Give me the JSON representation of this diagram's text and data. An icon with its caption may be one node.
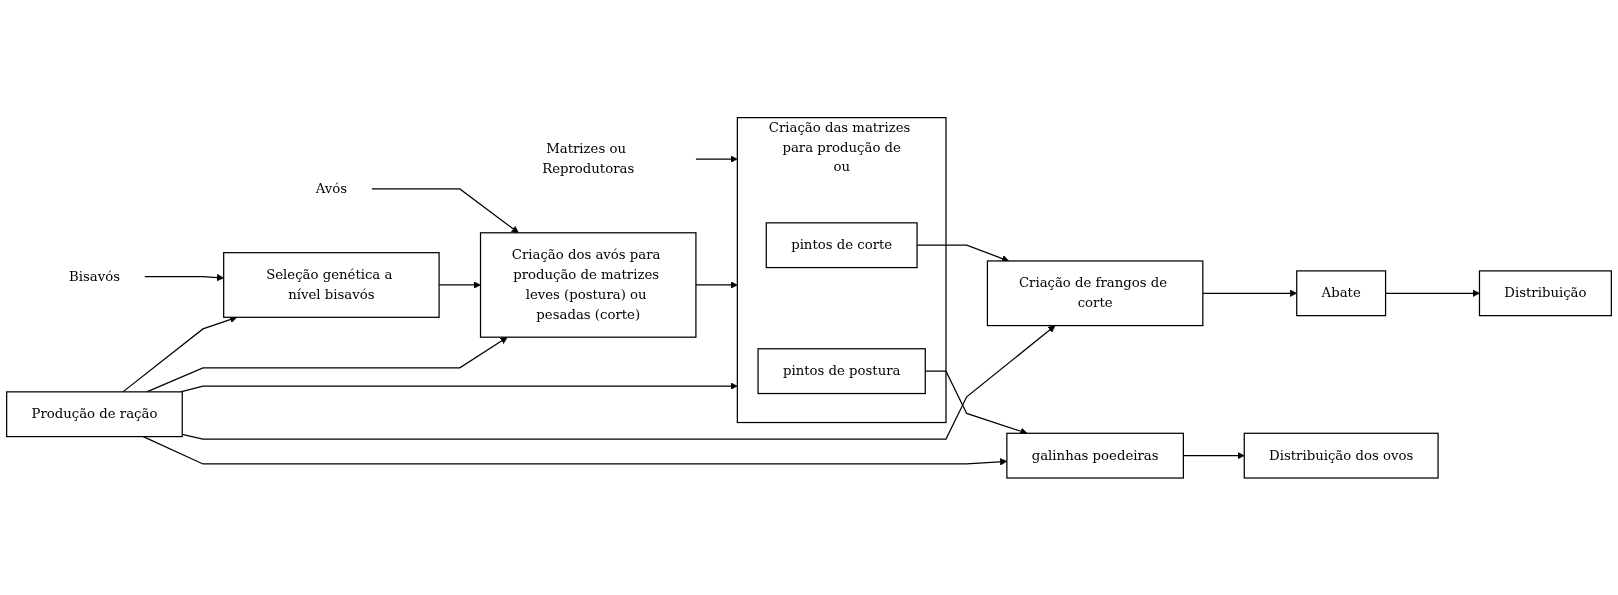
{
  "diagram": {
    "nodes": [
      {
        "text": [
          "Bisavós"
        ]
      },
      {
        "text": [
          "Avós"
        ]
      },
      {
        "text": [
          "Matrizes ou Reprodutoras"
        ]
      },
      {
        "text": [
          "Seleção genética a nível bisavós"
        ]
      },
      {
        "text": [
          "Criação dos avós para produção de matrizes leves (postura) ou pesadas (corte)"
        ]
      },
      {
        "text": [
          "Criação das matrizes para produção de",
          "ou"
        ]
      },
      {
        "text": [
          "pintos de corte"
        ],
        "in": 5
      },
      {
        "text": [
          "pintos de postura"
        ],
        "in": 5
      },
      {
        "text": [
          "Criação de frangos de corte"
        ]
      },
      {
        "text": [
          "Abate"
        ]
      },
      {
        "text": [
          "Distribuição"
        ]
      },
      {
        "text": [
          "galinhas poedeiras"
        ]
      },
      {
        "text": [
          "Distribuição dos ovos"
        ]
      },
      {
        "text": [
          "Produção de ração"
        ]
      }
    ],
    "edges": [
      {
        "from": 0,
        "to": 3,
        "arrow": "to"
      },
      {
        "from": 1,
        "to": 4,
        "arrow": "to"
      },
      {
        "from": 2,
        "to": 5,
        "arrow": "to"
      },
      {
        "from": 3,
        "to": 4,
        "arrow": "to"
      },
      {
        "from": 4,
        "to": 5,
        "arrow": "to"
      },
      {
        "from": 6,
        "to": 8,
        "arrow": "to"
      },
      {
        "from": 7,
        "to": 11,
        "arrow": "to"
      },
      {
        "from": 8,
        "to": 9,
        "arrow": "to"
      },
      {
        "from": 9,
        "to": 10,
        "arrow": "to"
      },
      {
        "from": 11,
        "to": 12,
        "arrow": "to"
      },
      {
        "from": 13,
        "to": 3,
        "arrow": "to"
      },
      {
        "from": 13,
        "to": 4,
        "arrow": "to"
      },
      {
        "from": 13,
        "to": 5,
        "arrow": "to"
      },
      {
        "from": 13,
        "to": 8,
        "arrow": "to"
      },
      {
        "from": 13,
        "to": 11,
        "arrow": "to"
      }
    ]
  }
}
